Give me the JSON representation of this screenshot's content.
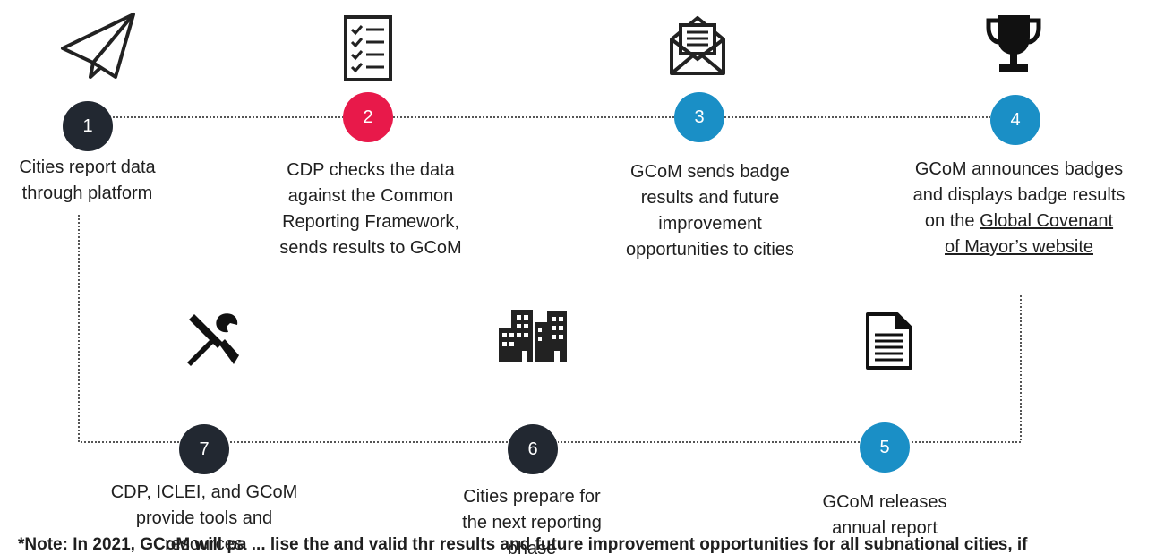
{
  "colors": {
    "dark": "#222831",
    "red": "#e8194a",
    "blue": "#1a8fc6",
    "line": "#555555"
  },
  "icons": [
    "paper-plane-icon",
    "checklist-icon",
    "envelope-icon",
    "trophy-icon",
    "tools-icon",
    "buildings-icon",
    "document-icon"
  ],
  "steps": [
    {
      "number": "1",
      "text": "Cities report data through platform",
      "lines": [
        "Cities report data",
        "through platform"
      ]
    },
    {
      "number": "2",
      "text": "CDP checks the data against the Common Reporting Framework, sends results to GCoM",
      "lines": [
        "CDP checks the data",
        "against the Common",
        "Reporting Framework,",
        "sends results to GCoM"
      ]
    },
    {
      "number": "3",
      "text": "GCoM sends badge results and future improvement opportunities to cities",
      "lines": [
        "GCoM sends badge",
        "results and future",
        "improvement",
        "opportunities to cities"
      ]
    },
    {
      "number": "4",
      "lines_plain": [
        "GCoM announces badges",
        "and displays badge results",
        "on the "
      ],
      "link_lines": [
        "Global Covenant",
        "of Mayor’s website"
      ]
    },
    {
      "number": "5",
      "lines": [
        "GCoM releases",
        "annual report"
      ]
    },
    {
      "number": "6",
      "lines": [
        "Cities prepare for",
        "the next reporting",
        "phase"
      ]
    },
    {
      "number": "7",
      "lines": [
        "CDP, ICLEI, and GCoM",
        "provide tools and",
        "resources"
      ]
    }
  ],
  "footnote": "*Note: In 2021, GCoM will pa  ...  lise the and valid thr  results and future improvement opportunities for all subnational cities, if"
}
